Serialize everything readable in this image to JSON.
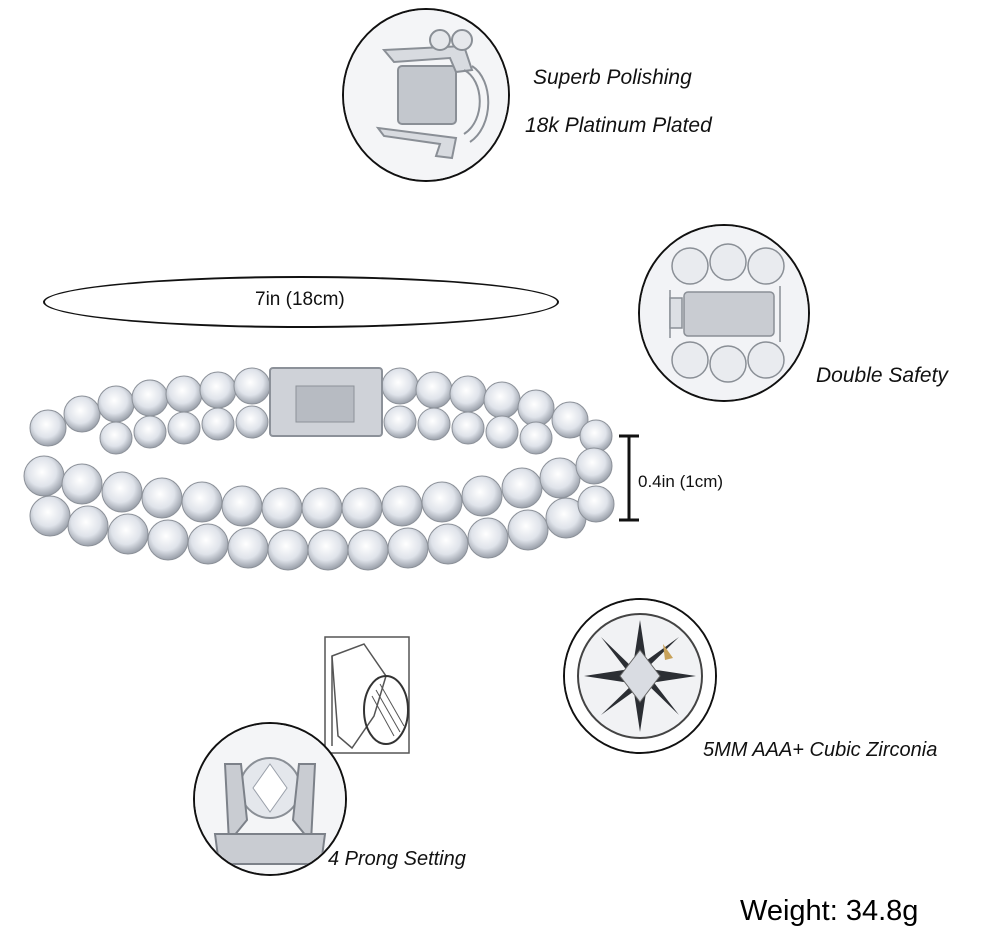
{
  "labels": {
    "polishing": "Superb Polishing",
    "plated": "18k Platinum Plated",
    "length": "7in (18cm)",
    "safety": "Double Safety",
    "width": "0.4in (1cm)",
    "zirconia": "5MM AAA+ Cubic Zirconia",
    "prong": "4 Prong Setting",
    "weight": "Weight: 34.8g"
  },
  "icons": {
    "clasp": "clasp-closeup-icon",
    "safety": "double-safety-clasp-icon",
    "stone": "round-cut-diamond-icon",
    "prong": "prong-setting-icon",
    "diagram": "prong-diagram-icon"
  },
  "colors": {
    "background": "#ffffff",
    "outline": "#111111",
    "metal": "#c9ccd2",
    "stone": "#eef0f4"
  }
}
